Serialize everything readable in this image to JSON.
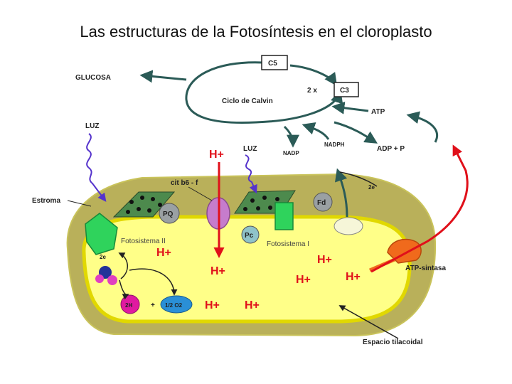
{
  "title": "Las estructuras de la Fotosíntesis en el cloroplasto",
  "labels": {
    "c5": "C5",
    "c3": "C3",
    "two_x": "2 x",
    "glucosa": "GLUCOSA",
    "ciclo_calvin": "Ciclo de Calvin",
    "atp": "ATP",
    "adp_p": "ADP + P",
    "nadph": "NADPH",
    "nadp": "NADP",
    "luz_1": "LUZ",
    "luz_2": "LUZ",
    "h_plus_top": "H+",
    "cit_b6f": "cit b6 - f",
    "estroma": "Estroma",
    "pq": "PQ",
    "pc": "Pc",
    "fd": "Fd",
    "fotosistema_2": "Fotosistema II",
    "fotosistema_1": "Fotosistema I",
    "two_e_left": "2e",
    "two_e_right": "2e",
    "two_h": "2H",
    "half_o2": "1/2 O2",
    "plus": "+",
    "atp_sintasa": "ATP-sintasa",
    "espacio_tilacoidal": "Espacio tilacoidal",
    "h_plus_1": "H+",
    "h_plus_2": "H+",
    "h_plus_3": "H+",
    "h_plus_4": "H+",
    "h_plus_5": "H+",
    "h_plus_6": "H+",
    "h_plus_7": "H+"
  },
  "colors": {
    "outer_membrane": "#b9b05a",
    "stroma": "#f1ec9c",
    "lumen": "#ffff88",
    "inner_border": "#e1d800",
    "psii_green": "#2fd35c",
    "h_red": "#e0101a",
    "arrow_dark": "#2b5b57"
  }
}
